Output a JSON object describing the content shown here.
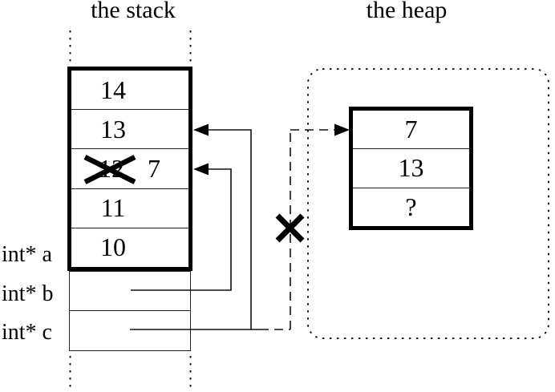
{
  "diagram": {
    "stack": {
      "title": "the stack",
      "cells": [
        {
          "value": "14"
        },
        {
          "value": "13"
        },
        {
          "value": "7",
          "old_value": "12",
          "old_value_crossed_out": true
        },
        {
          "value": "11"
        },
        {
          "value": "10"
        }
      ],
      "pointer_labels": [
        {
          "label": "int* a"
        },
        {
          "label": "int* b"
        },
        {
          "label": "int* c"
        }
      ]
    },
    "heap": {
      "title": "the heap",
      "cells": [
        {
          "value": "7"
        },
        {
          "value": "13"
        },
        {
          "value": "?"
        }
      ]
    },
    "pointers": [
      {
        "from": "int* b",
        "to": "stack cell containing 7 (old 12)",
        "style": "solid"
      },
      {
        "from": "int* c",
        "to": "stack cell containing 13",
        "style": "solid"
      },
      {
        "from": "int* c",
        "to": "heap cell containing 7",
        "style": "dashed",
        "crossed_out": true
      }
    ],
    "colors": {
      "ink": "#000000",
      "background": "#ffffff"
    }
  }
}
